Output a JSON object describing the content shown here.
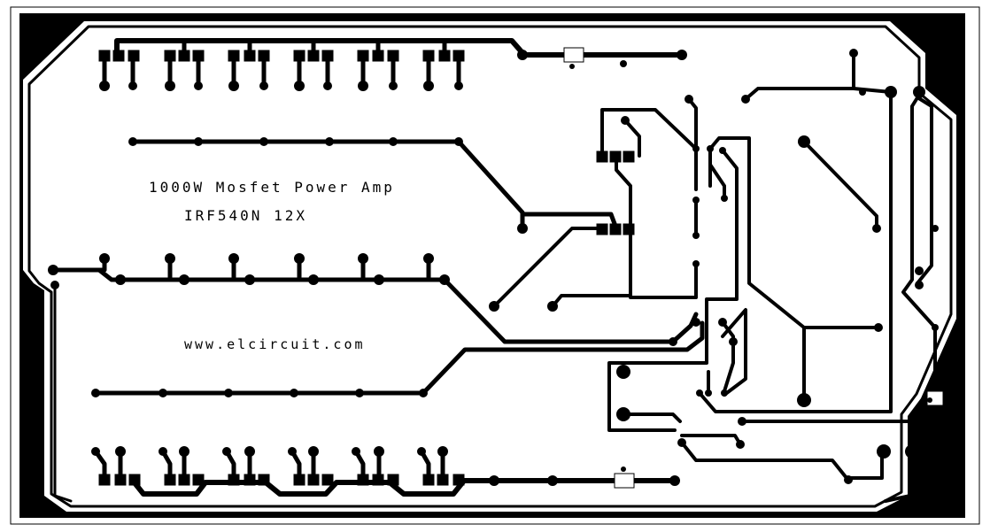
{
  "board": {
    "title_text": "1000W Mosfet Power Amp",
    "subtitle_text": "IRF540N 12X",
    "website_text": "www.elcircuit.com",
    "colors": {
      "copper": "#000000",
      "substrate": "#ffffff"
    }
  }
}
